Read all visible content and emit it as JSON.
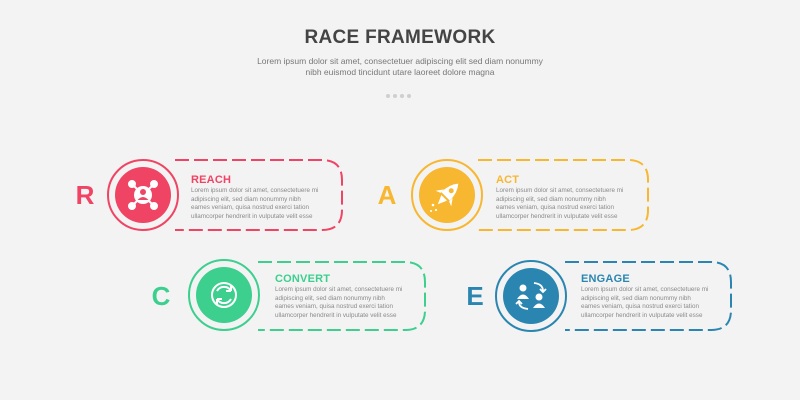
{
  "header": {
    "title": "RACE FRAMEWORK",
    "subtitle": "Lorem ipsum dolor sit amet, consectetuer adipiscing elit sed diam nonummy nibh euismod tincidunt utare laoreet dolore magna"
  },
  "colors": {
    "background": "#f3f3f3",
    "reach": "#f04464",
    "act": "#f7b731",
    "convert": "#3ccf8e",
    "engage": "#2a86b0"
  },
  "steps": [
    {
      "letter": "R",
      "label": "REACH",
      "icon": "network-people-icon",
      "text": "Lorem ipsum dolor sit amet, consectetuere mi adipiscing elit, sed diam nonummy nibh eames veniam, quisa nostrud exerci tation ullamcorper hendrerit in vulputate velit esse"
    },
    {
      "letter": "A",
      "label": "ACT",
      "icon": "rocket-icon",
      "text": "Lorem ipsum dolor sit amet, consectetuere mi adipiscing elit, sed diam nonummy nibh eames veniam, quisa nostrud exerci tation ullamcorper hendrerit in vulputate velit esse"
    },
    {
      "letter": "C",
      "label": "CONVERT",
      "icon": "refresh-arrows-icon",
      "text": "Lorem ipsum dolor sit amet, consectetuere mi adipiscing elit, sed diam nonummy nibh eames veniam, quisa nostrud exerci tation ullamcorper hendrerit in vulputate velit esse"
    },
    {
      "letter": "E",
      "label": "ENGAGE",
      "icon": "people-exchange-icon",
      "text": "Lorem ipsum dolor sit amet, consectetuere mi adipiscing elit, sed diam nonummy nibh eames veniam, quisa nostrud exerci tation ullamcorper hendrerit in vulputate velit esse"
    }
  ]
}
